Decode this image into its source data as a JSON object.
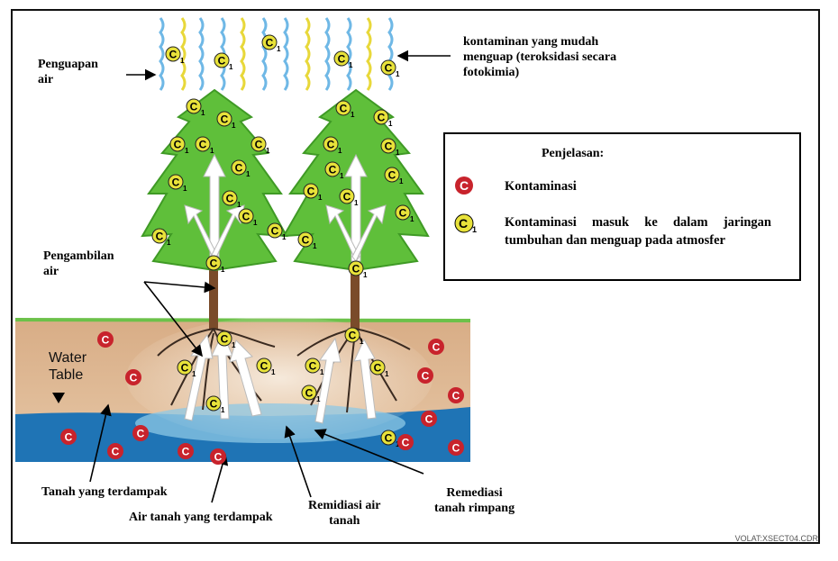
{
  "labels": {
    "penguapan_air": "Penguapan\nair",
    "kontaminan_mudah_menguap": "kontaminan yang mudah\nmenguap (teroksidasi secara\nfotokimia)",
    "pengambilan_air": "Pengambilan\nair",
    "water_table": "Water\nTable",
    "tanah_terdampak": "Tanah yang terdampak",
    "air_tanah_terdampak": "Air tanah yang terdampak",
    "remidiasi_air_tanah": "Remidiasi air\ntanah",
    "remediasi_tanah_rimpang": "Remediasi\ntanah rimpang",
    "file_code": "VOLAT:XSECT04.CDR"
  },
  "legend": {
    "title": "Penjelasan:",
    "items": [
      {
        "symbol": "C",
        "text": "Kontaminasi"
      },
      {
        "symbol": "C1",
        "text": "Kontaminasi masuk ke dalam jaringan tumbuhan dan menguap pada atmosfer"
      }
    ]
  },
  "colors": {
    "contaminant": "#c8232c",
    "contaminant_in_plant": "#e8e23a",
    "soil": "#d9b28e",
    "groundwater": "#1e73b4",
    "foliage": "#5fbf3a",
    "vapor_blue": "#6fb8e6",
    "vapor_yellow": "#e8d83a"
  }
}
